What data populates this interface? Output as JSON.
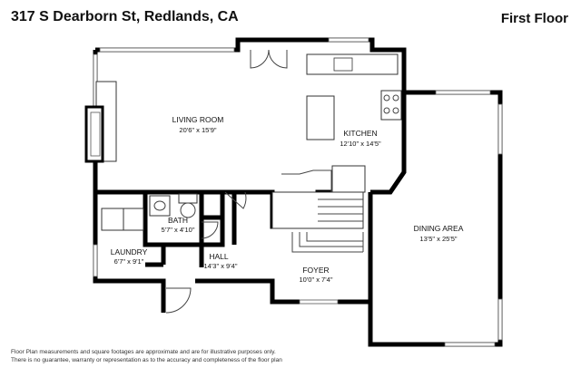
{
  "header": {
    "address": "317 S Dearborn St, Redlands, CA",
    "floor": "First Floor"
  },
  "rooms": [
    {
      "name": "LIVING ROOM",
      "dims": "20'6\" x 15'9\""
    },
    {
      "name": "KITCHEN",
      "dims": "12'10\" x 14'5\""
    },
    {
      "name": "DINING AREA",
      "dims": "13'5\" x 25'5\""
    },
    {
      "name": "BATH",
      "dims": "5'7\" x 4'10\""
    },
    {
      "name": "LAUNDRY",
      "dims": "6'7\" x 9'1\""
    },
    {
      "name": "HALL",
      "dims": "14'3\" x 9'4\""
    },
    {
      "name": "FOYER",
      "dims": "10'0\" x 7'4\""
    }
  ],
  "footer": {
    "disclaimer": "Floor Plan measurements and square footages are approximate and are for illustrative purposes only. There is no guarantee, warranty or representation as to the accuracy and completeness of the floor plan"
  }
}
